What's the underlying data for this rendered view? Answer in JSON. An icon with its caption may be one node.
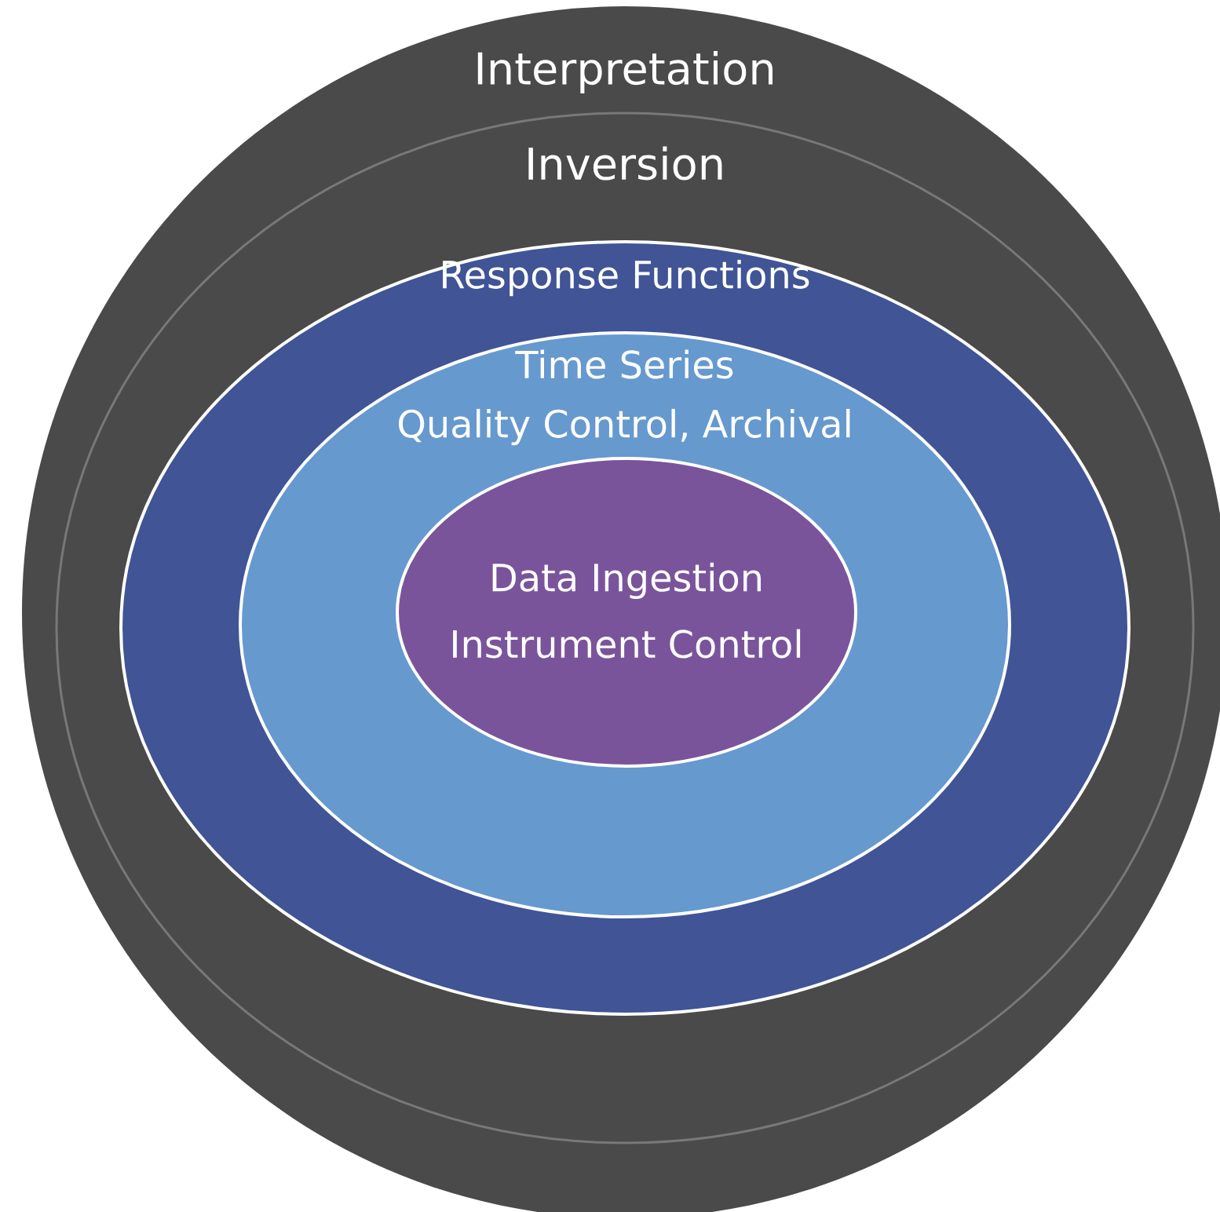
{
  "diagram": {
    "nodes": [
      {
        "text": [
          "Interpretation"
        ]
      },
      {
        "text": [
          "Inversion"
        ],
        "in": 0
      },
      {
        "text": [
          "Response Functions"
        ],
        "in": 1
      },
      {
        "text": [
          "Time Series",
          "Quality Control, Archival"
        ],
        "in": 2
      },
      {
        "text": [
          "Data Ingestion",
          "Instrument Control"
        ],
        "in": 3
      }
    ]
  }
}
